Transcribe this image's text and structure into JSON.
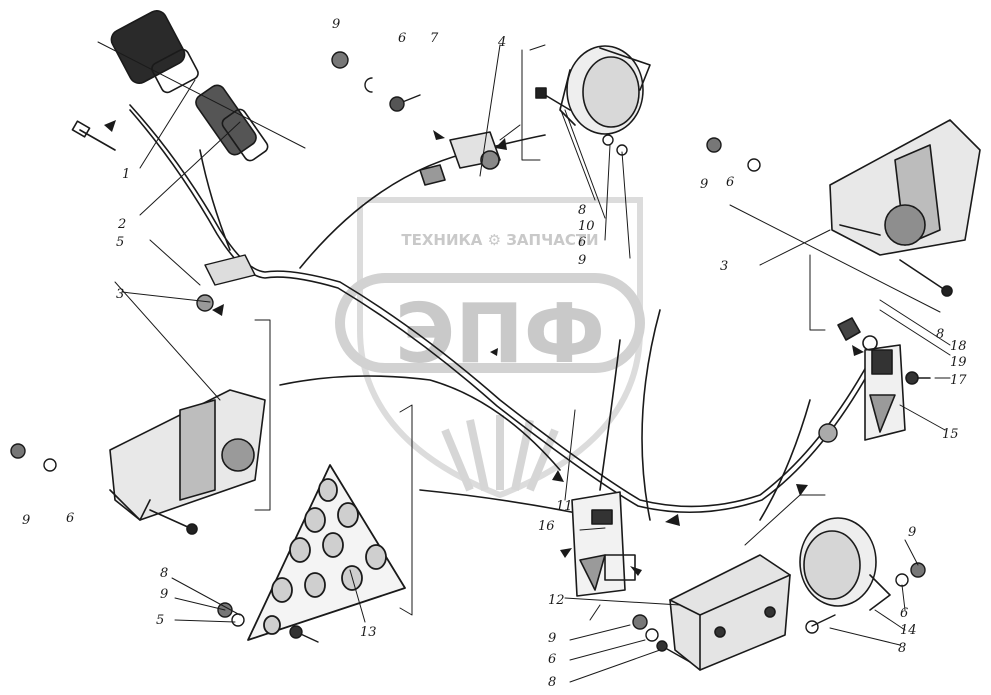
{
  "watermark": {
    "company_line": "ТЕХНИКА ⚙ ЗАПЧАСТИ",
    "logo_letters": "ЭПФ"
  },
  "callouts": {
    "c1": "1",
    "c2": "2",
    "c3a": "3",
    "c3b": "3",
    "c4": "4",
    "c5a": "5",
    "c5b": "5",
    "c6a": "6",
    "c6b": "6",
    "c6c": "6",
    "c6d": "6",
    "c6e": "6",
    "c6f": "6",
    "c7": "7",
    "c8a": "8",
    "c8b": "8",
    "c8c": "8",
    "c8d": "8",
    "c8e": "8",
    "c9a": "9",
    "c9b": "9",
    "c9c": "9",
    "c9d": "9",
    "c9e": "9",
    "c9f": "9",
    "c9g": "9",
    "c10": "10",
    "c11": "11",
    "c12": "12",
    "c13": "13",
    "c14": "14",
    "c15": "15",
    "c16": "16",
    "c17": "17",
    "c18": "18",
    "c19": "19"
  }
}
